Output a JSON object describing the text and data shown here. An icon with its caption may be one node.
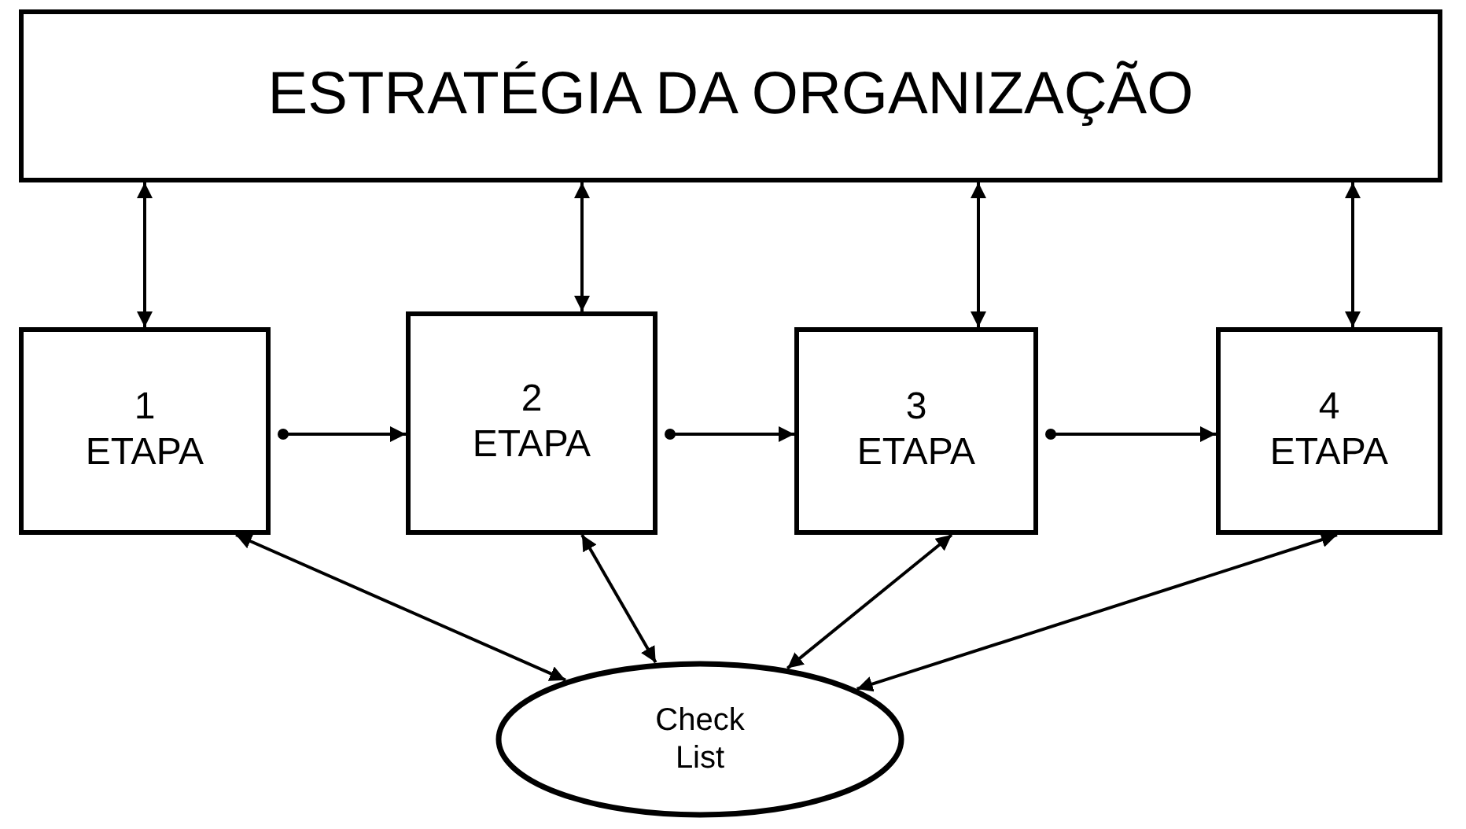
{
  "diagram": {
    "nodes": [
      {
        "text": [
          "ESTRATÉGIA DA ORGANIZAÇÃO"
        ]
      },
      {
        "text": [
          "1",
          "ETAPA"
        ]
      },
      {
        "text": [
          "2",
          "ETAPA"
        ]
      },
      {
        "text": [
          "3",
          "ETAPA"
        ]
      },
      {
        "text": [
          "4",
          "ETAPA"
        ]
      },
      {
        "text": [
          "Check List"
        ]
      }
    ],
    "edges": [
      {
        "from": 0,
        "to": 1,
        "arrow": "both"
      },
      {
        "from": 0,
        "to": 2,
        "arrow": "both"
      },
      {
        "from": 0,
        "to": 3,
        "arrow": "both"
      },
      {
        "from": 0,
        "to": 4,
        "arrow": "both"
      },
      {
        "from": 1,
        "to": 2,
        "arrow": "to"
      },
      {
        "from": 2,
        "to": 3,
        "arrow": "to"
      },
      {
        "from": 3,
        "to": 4,
        "arrow": "to"
      },
      {
        "from": 1,
        "to": 5,
        "arrow": "both"
      },
      {
        "from": 2,
        "to": 5,
        "arrow": "both"
      },
      {
        "from": 3,
        "to": 5,
        "arrow": "both"
      },
      {
        "from": 4,
        "to": 5,
        "arrow": "both"
      }
    ]
  }
}
